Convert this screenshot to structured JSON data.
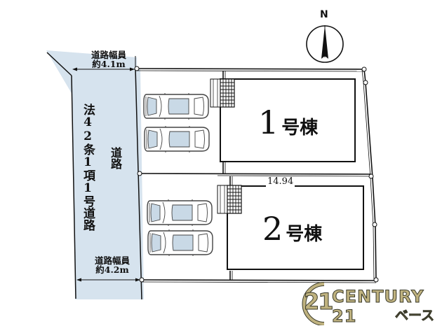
{
  "compass": {
    "label": "N",
    "icon": "north-arrow-icon"
  },
  "road": {
    "fill_color": "#d6e3ee",
    "name_main": "法42条1項1号道路",
    "name_sub": "道路",
    "width_top": {
      "line1": "道路幅員",
      "line2": "約4.1m"
    },
    "width_bottom": {
      "line1": "道路幅員",
      "line2": "約4.2m"
    }
  },
  "lots": [
    {
      "id": "lot-1",
      "building_number": "1",
      "building_suffix": "号棟",
      "parking_spaces": 2
    },
    {
      "id": "lot-2",
      "building_number": "2",
      "building_suffix": "号棟",
      "parking_spaces": 2,
      "dimension": "14.94"
    }
  ],
  "colors": {
    "line": "#111111",
    "car_glass": "#c9d9e6",
    "logo_gold": "#bfb27f"
  },
  "logo": {
    "mark": "21",
    "name": "CENTURY 21",
    "branch": "ベース"
  }
}
